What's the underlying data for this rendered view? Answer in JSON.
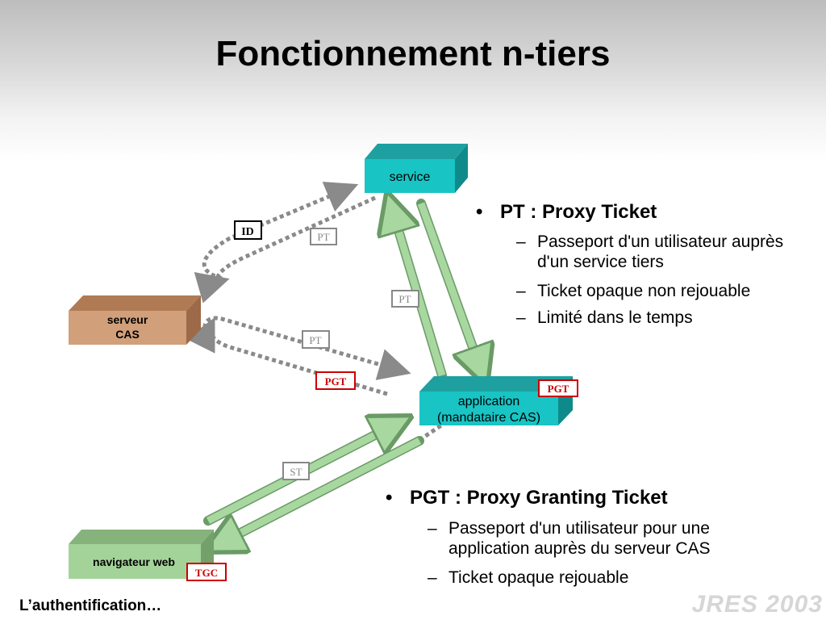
{
  "slide": {
    "title": "Fonctionnement n-tiers",
    "footer": "L’authentification…",
    "logo_text": "JRES 2003"
  },
  "diagram": {
    "nodes": {
      "service": "service",
      "server_line1": "serveur",
      "server_line2": "CAS",
      "application_line1": "application",
      "application_line2": "(mandataire CAS)",
      "browser": "navigateur web"
    },
    "tickets": {
      "id": "ID",
      "pt_top": "PT",
      "pt_middle": "PT",
      "pt_cas": "PT",
      "pgt_cas": "PGT",
      "pgt_app": "PGT",
      "st": "ST",
      "tgc": "TGC"
    },
    "colors": {
      "cyan_box": "#19c4c4",
      "tan_box": "#d1a07a",
      "green_box": "#a4d39a",
      "red_ticket": "#cc0000",
      "grey_ticket": "#888888"
    }
  },
  "bullets": {
    "pt": {
      "heading": "PT : Proxy Ticket",
      "items": [
        "Passeport d'un utilisateur auprès d'un service tiers",
        "Ticket opaque non rejouable",
        "Limité dans le temps"
      ]
    },
    "pgt": {
      "heading": "PGT : Proxy Granting Ticket",
      "items": [
        "Passeport d'un utilisateur pour une application auprès du serveur CAS",
        "Ticket opaque rejouable"
      ]
    }
  }
}
